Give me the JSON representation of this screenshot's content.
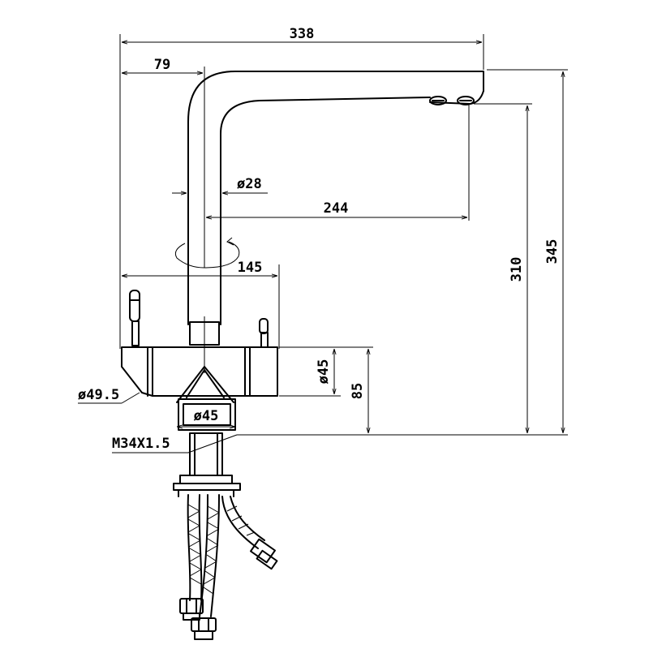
{
  "dimensions": {
    "overall_reach": "338",
    "body_offset": "79",
    "spout_diameter": "ø28",
    "spout_reach": "244",
    "handle_span": "145",
    "body_diameter": "ø49.5",
    "base_diameter": "ø45",
    "base_diameter_side": "ø45",
    "body_height": "85",
    "spout_outlet_height": "310",
    "total_height": "345",
    "thread": "M34X1.5"
  },
  "colors": {
    "line": "#000000",
    "background": "#ffffff"
  }
}
